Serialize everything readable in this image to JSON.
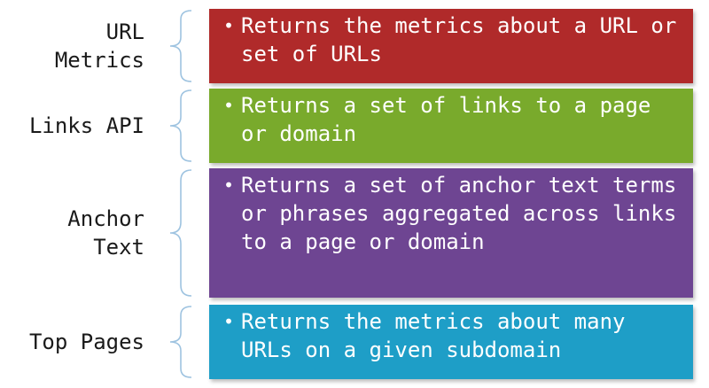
{
  "rows": [
    {
      "label_lines": [
        "URL",
        "Metrics"
      ],
      "text": "Returns the metrics about a URL or set of URLs",
      "color": "#b02a2a"
    },
    {
      "label_lines": [
        "Links API"
      ],
      "text": "Returns a set of links to a page or domain",
      "color": "#79aa2c"
    },
    {
      "label_lines": [
        "Anchor",
        "Text"
      ],
      "text": "Returns a set of anchor text terms or phrases aggregated across links to a page or domain",
      "color": "#6e4592"
    },
    {
      "label_lines": [
        "Top Pages"
      ],
      "text": "Returns the metrics about many URLs on a given subdomain",
      "color": "#1e9ec7"
    }
  ],
  "bullet_glyph": "•",
  "brace_color": "#9ec3e0"
}
